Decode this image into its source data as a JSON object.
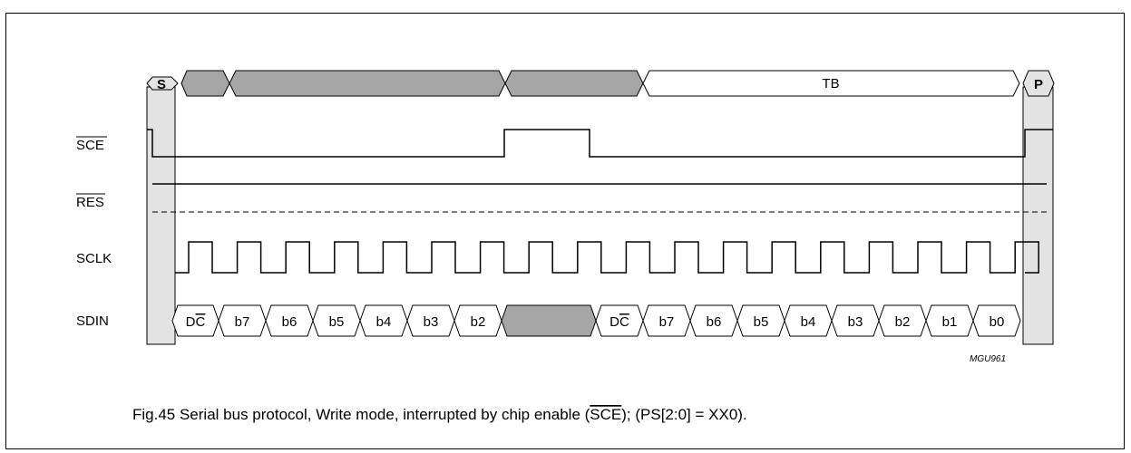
{
  "bus": {
    "start_label": "S",
    "stop_label": "P",
    "tb_label": "TB"
  },
  "signals": {
    "sce": "SCE",
    "res": "RES",
    "sclk": "SCLK",
    "sdin": "SDIN"
  },
  "sdin_bits": {
    "group1": [
      {
        "main": "D",
        "over": "C"
      },
      {
        "main": "b7"
      },
      {
        "main": "b6"
      },
      {
        "main": "b5"
      },
      {
        "main": "b4"
      },
      {
        "main": "b3"
      },
      {
        "main": "b2"
      }
    ],
    "group2": [
      {
        "main": "D",
        "over": "C"
      },
      {
        "main": "b7"
      },
      {
        "main": "b6"
      },
      {
        "main": "b5"
      },
      {
        "main": "b4"
      },
      {
        "main": "b3"
      },
      {
        "main": "b2"
      },
      {
        "main": "b1"
      },
      {
        "main": "b0"
      }
    ]
  },
  "reference_code": "MGU961",
  "caption": {
    "prefix": "Fig.45  Serial bus protocol, Write mode, interrupted by chip enable (",
    "overlined": "SCE",
    "suffix": "); (PS[2:0] = XX0)."
  },
  "colors": {
    "line": "#000000",
    "fill_grey": "#a6a6a6",
    "frame_fill": "#e3e3e3"
  }
}
